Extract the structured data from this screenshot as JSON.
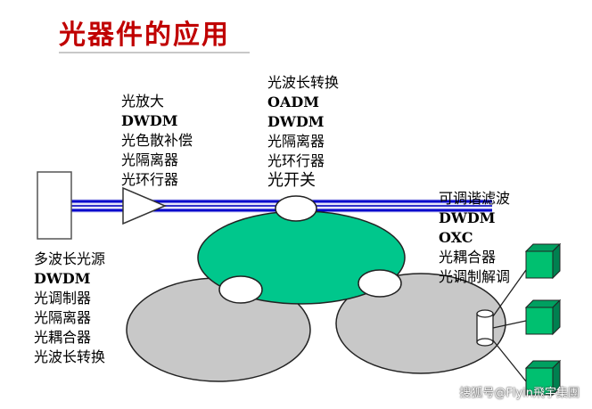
{
  "title": "光器件的应用",
  "labels": {
    "amplifier": [
      "光放大",
      "DWDM",
      "光色散补偿",
      "光隔离器",
      "光环行器"
    ],
    "top": [
      "光波长转换",
      "OADM",
      "DWDM",
      "光隔离器",
      "光环行器",
      "光开关"
    ],
    "right": [
      "可调谐滤波",
      "DWDM",
      "OXC",
      "光耦合器",
      "光调制解调"
    ],
    "source": [
      "多波长光源",
      "DWDM",
      "光调制器",
      "光隔离器",
      "光耦合器",
      "光波长转换"
    ]
  },
  "colors": {
    "title": "#c00000",
    "ring_top": "#00c78c",
    "ring_side": "#c8c8c8",
    "node": "#ffffff",
    "terminal": "#00c070",
    "fiber": "#0000cc"
  },
  "watermark": "搜狐号@Flyin飛宇集團"
}
